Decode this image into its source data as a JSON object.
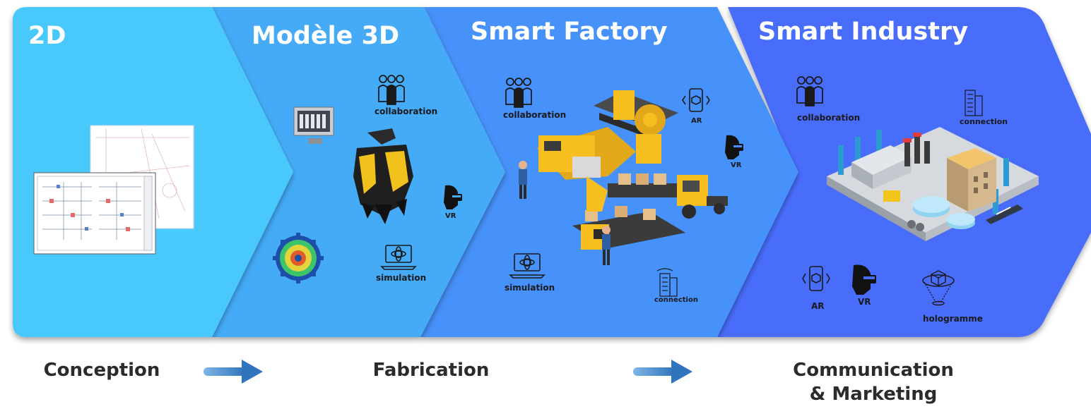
{
  "stages": [
    {
      "title": "2D"
    },
    {
      "title": "Modèle 3D"
    },
    {
      "title": "Smart Factory"
    },
    {
      "title": "Smart Industry"
    }
  ],
  "icon_labels": {
    "collaboration": "collaboration",
    "vr": "VR",
    "ar": "AR",
    "simulation": "simulation",
    "connection": "connection",
    "hologramme": "hologramme"
  },
  "phases": {
    "conception": "Conception",
    "fabrication": "Fabrication",
    "communication_line1": "Communication",
    "communication_line2": "& Marketing"
  },
  "colors": {
    "stage1": "#49c8fb",
    "stage2": "#44abf7",
    "stage3": "#4791fa",
    "stage4": "#4a6dfb",
    "arrow": "#3f86c8"
  }
}
